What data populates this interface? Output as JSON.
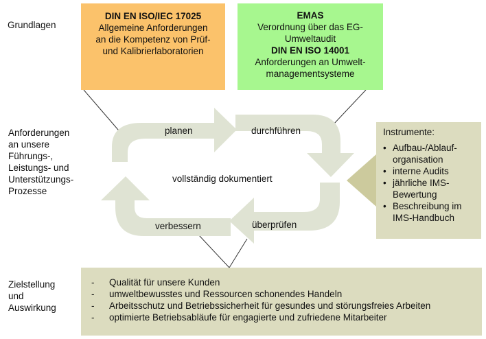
{
  "labels": {
    "grundlagen": "Grundlagen",
    "anforderungen": [
      "Anforderungen",
      "an unsere",
      "Führungs-,",
      "Leistungs- und",
      "Unterstützungs-",
      "Prozesse"
    ],
    "zielstellung": [
      "Zielstellung",
      "und",
      "Auswirkung"
    ]
  },
  "iso_box": {
    "lines": [
      "DIN EN ISO/IEC 17025",
      "Allgemeine Anforderungen",
      "an die Kompetenz von Prüf-",
      "und Kalibrierlaboratorien"
    ],
    "color": "#fbc26b"
  },
  "emas_box": {
    "title": "EMAS",
    "line1": "Verordnung über das EG-",
    "line2": "Umweltaudit",
    "subtitle": "DIN EN ISO 14001",
    "line3": "Anforderungen an Umwelt-",
    "line4": "managementsysteme",
    "color": "#a7f78f"
  },
  "cycle": {
    "planen": "planen",
    "durchfuehren": "durchführen",
    "ueberpruefen": "überprüfen",
    "verbessern": "verbessern",
    "center": "vollständig dokumentiert",
    "color": "#dfe3d3"
  },
  "instruments": {
    "title": "Instrumente:",
    "items": [
      "Aufbau-/Ablauf-organisation",
      "interne Audits",
      "jährliche IMS-Bewertung",
      "Beschreibung im IMS-Handbuch"
    ],
    "color": "#dcdcbf"
  },
  "goals": {
    "items": [
      "Qualität für unsere Kunden",
      "umweltbewusstes und Ressourcen schonendes Handeln",
      "Arbeitsschutz und Betriebssicherheit für gesundes und störungsfreies Arbeiten",
      "optimierte Betriebsabläufe für engagierte und zufriedene Mitarbeiter"
    ],
    "color": "#dcdcbf"
  }
}
